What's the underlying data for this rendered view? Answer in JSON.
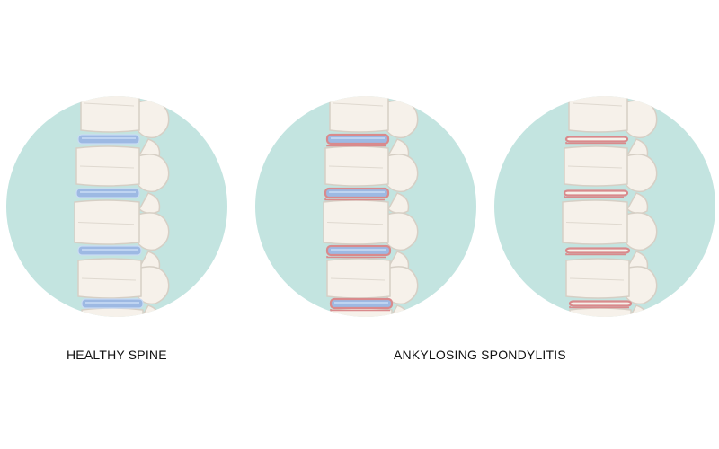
{
  "captions": {
    "healthy": "HEALTHY SPINE",
    "condition": "ANKYLOSING SPONDYLITIS"
  },
  "panels": [
    {
      "id": "healthy",
      "state": "healthy",
      "inflamed": false,
      "fused": false
    },
    {
      "id": "as1",
      "state": "ankylosing-spondylitis",
      "inflamed": true,
      "fused": false
    },
    {
      "id": "as2",
      "state": "ankylosing-spondylitis",
      "inflamed": true,
      "fused": true
    }
  ],
  "colors": {
    "circle_background": "#c3e4e0",
    "bone_fill": "#f6f1ea",
    "bone_shadow": "#d6cfc5",
    "disc_fill": "#9db9e3",
    "disc_highlight": "#c9dbf4",
    "inflammation": "#d98a8c",
    "caption_text": "#111111"
  }
}
